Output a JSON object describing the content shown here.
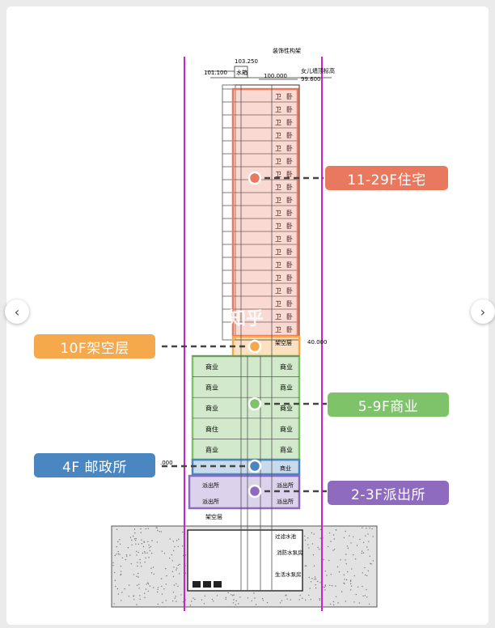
{
  "colors": {
    "residential": "#e8785e",
    "stilt": "#f5a84c",
    "commercial": "#7ec26a",
    "post": "#4a86c0",
    "police": "#8e6bbf",
    "gridline": "#cc22cc"
  },
  "elevations": {
    "top": "103.250",
    "water_tank_left": "101.100",
    "level_100": "100.000",
    "parapet": "99.600",
    "stilt_level": "40.000",
    "podium_left": ".000"
  },
  "annotations": {
    "decorative_frame": "装饰性构架",
    "parapet_label": "女儿墙顶标高",
    "water_tank": "水箱",
    "stilt_floor": "架空层"
  },
  "rooms": {
    "bath": "卫",
    "bed": "卧",
    "shop": "商业",
    "shop_variant": "商住",
    "police": "派出所",
    "stilt_basement": "架空层",
    "fire_pool": "过滤水池",
    "fire_pump": "消防水泵房",
    "life_pump": "生活水泵房"
  },
  "callouts": [
    {
      "id": "residential",
      "label": "11-29F住宅",
      "color": "#e8785e"
    },
    {
      "id": "stilt",
      "label": "10F架空层",
      "color": "#f5a84c"
    },
    {
      "id": "commercial",
      "label": "5-9F商业",
      "color": "#7ec26a"
    },
    {
      "id": "post",
      "label": "4F 邮政所",
      "color": "#4a86c0"
    },
    {
      "id": "police",
      "label": "2-3F派出所",
      "color": "#8e6bbf"
    }
  ],
  "watermark": "知乎",
  "nav": {
    "prev": "‹",
    "next": "›"
  }
}
